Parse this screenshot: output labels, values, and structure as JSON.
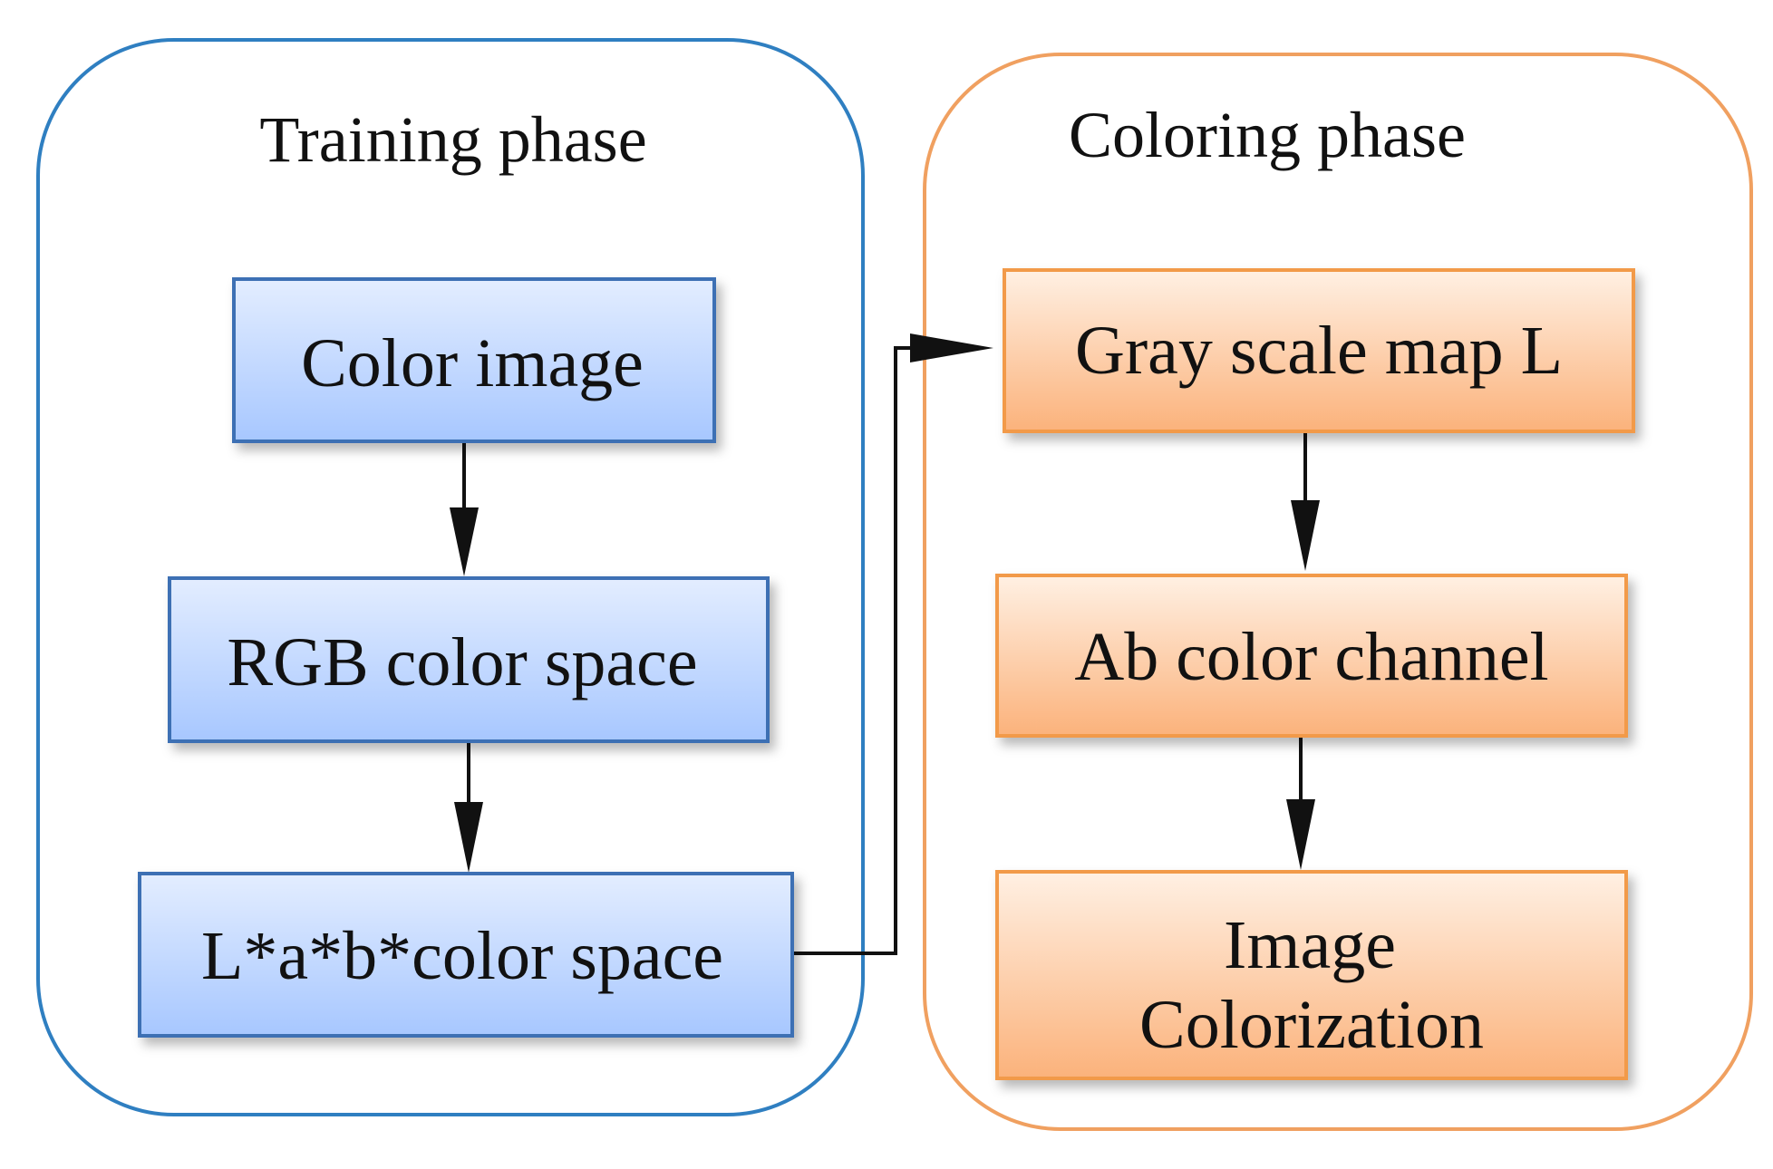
{
  "colors": {
    "training_border": "#2f7fc1",
    "coloring_border": "#f0a060",
    "blue_box_top": "#e3edff",
    "blue_box_bottom": "#a7c7ff",
    "blue_box_stroke": "#3d6fb4",
    "orange_box_top": "#fff0e3",
    "orange_box_bottom": "#fbb27b",
    "orange_box_stroke": "#f29a4a",
    "edge": "#111111"
  },
  "training": {
    "title": "Training phase",
    "nodes": {
      "color_image": "Color image",
      "rgb_space": "RGB color space",
      "lab_space": "L*a*b*color space"
    }
  },
  "coloring": {
    "title": "Coloring phase",
    "nodes": {
      "gray_map": "Gray scale map L",
      "ab_channel": "Ab color channel",
      "image_colorization_line1": "Image",
      "image_colorization_line2": "Colorization"
    }
  }
}
